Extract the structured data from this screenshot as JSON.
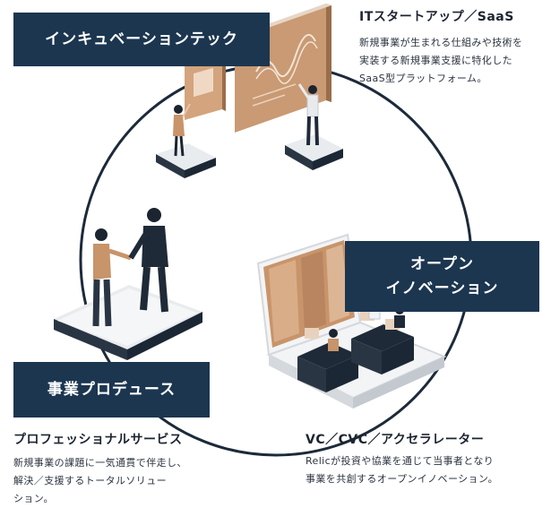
{
  "labels": {
    "incubation": "インキュベーションテック",
    "open_line1": "オープン",
    "open_line2": "イノベーション",
    "produce": "事業プロデュース"
  },
  "it_saas": {
    "title": "ITスタートアップ／SaaS",
    "lines": [
      "新規事業が生まれる仕組みや技術を",
      "実装する新規事業支援に特化した",
      "SaaS型プラットフォーム。"
    ]
  },
  "professional": {
    "title": "プロフェッショナルサービス",
    "lines": [
      "新規事業の課題に一気通貫で伴走し、",
      "解決／支援するトータルソリュー",
      "ション。"
    ]
  },
  "vc": {
    "title": "VC／CVC／アクセラレーター",
    "lines": [
      "Relicが投資や協業を通じて当事者となり",
      "事業を共創するオープンイノベーション。"
    ]
  },
  "colors": {
    "navy": "#1c3650",
    "copper": "#c8946a",
    "copper_light": "#e3c3a6",
    "dark": "#1f2a38"
  }
}
